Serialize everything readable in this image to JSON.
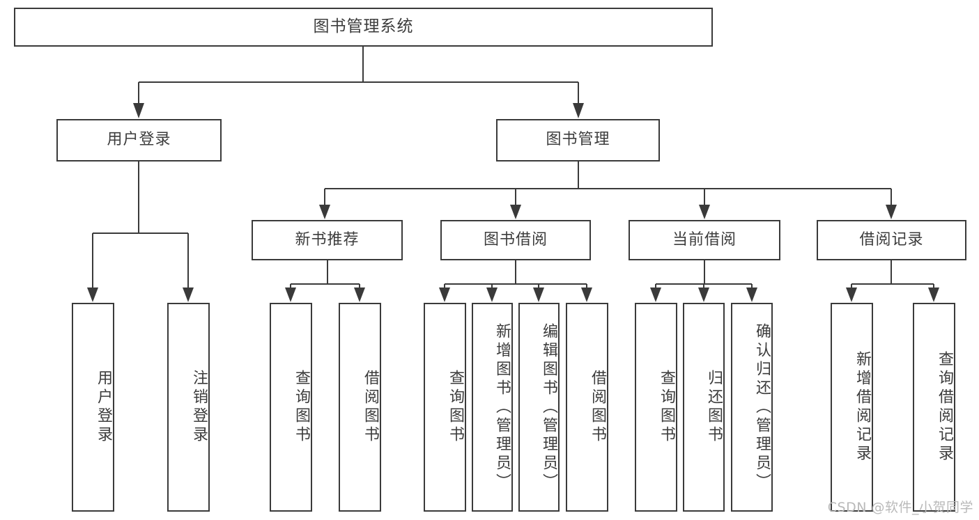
{
  "diagram": {
    "title": "图书管理系统",
    "type": "tree",
    "watermark": "CSDN @软件_小贺同学",
    "colors": {
      "stroke": "#3a3a3a",
      "text": "#3c3c3c",
      "background": "#ffffff",
      "watermark": "#b9b9b9"
    }
  },
  "root": {
    "label": "图书管理系统"
  },
  "level2": [
    {
      "label": "用户登录"
    },
    {
      "label": "图书管理"
    }
  ],
  "level3": [
    {
      "label": "新书推荐"
    },
    {
      "label": "图书借阅"
    },
    {
      "label": "当前借阅"
    },
    {
      "label": "借阅记录"
    }
  ],
  "leaves": {
    "user_login": [
      {
        "label": "用户登录"
      },
      {
        "label": "注销登录"
      }
    ],
    "new_book_recommend": [
      {
        "label": "查询图书"
      },
      {
        "label": "借阅图书"
      }
    ],
    "book_borrow": [
      {
        "label": "查询图书"
      },
      {
        "label": "新增图书（管理员）"
      },
      {
        "label": "编辑图书（管理员）"
      },
      {
        "label": "借阅图书"
      }
    ],
    "current_borrow": [
      {
        "label": "查询图书"
      },
      {
        "label": "归还图书"
      },
      {
        "label": "确认归还（管理员）"
      }
    ],
    "borrow_record": [
      {
        "label": "新增借阅记录"
      },
      {
        "label": "查询借阅记录"
      }
    ]
  }
}
